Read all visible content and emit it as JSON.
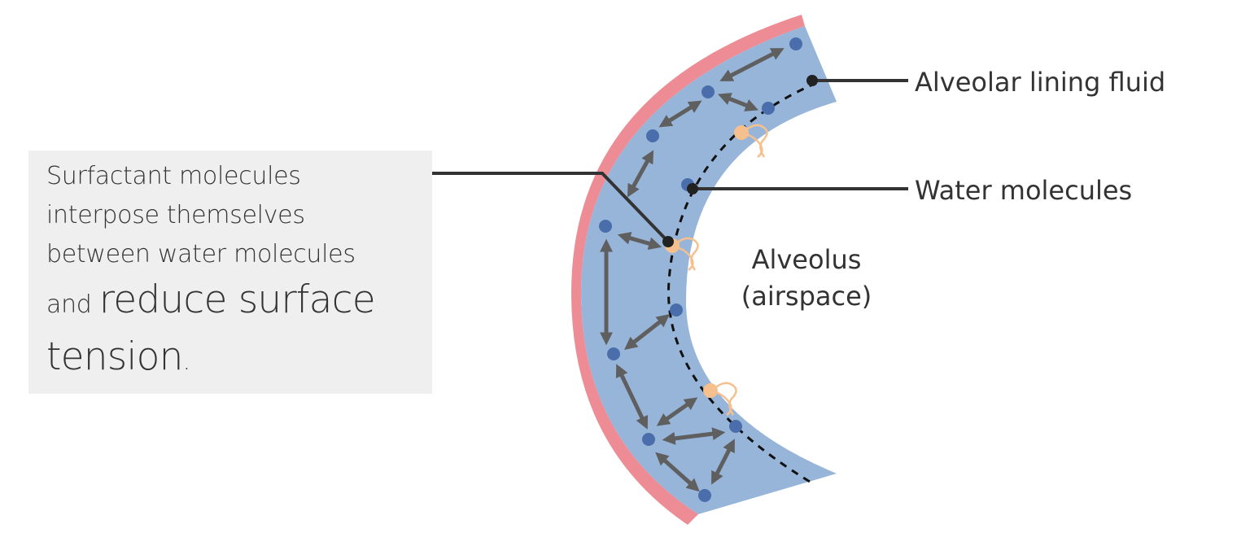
{
  "labels": {
    "lining_fluid": "Alveolar lining fluid",
    "water_molecules": "Water molecules",
    "alveolus_line1": "Alveolus",
    "alveolus_line2": "(airspace)"
  },
  "caption": {
    "line1": "Surfactant molecules",
    "line2": "interpose themselves",
    "line3": "between water molecules",
    "line4_small": "and ",
    "line4_big": "reduce surface",
    "line5_big": "tension",
    "line5_small": "."
  },
  "colors": {
    "fluid": "#97b4d9",
    "membrane": "#ee8c96",
    "water_molecule": "#4a6eab",
    "arrow": "#5f5f5f",
    "surfactant": "#f5c08e",
    "leader_line": "#333333",
    "caption_background": "#efefef"
  }
}
